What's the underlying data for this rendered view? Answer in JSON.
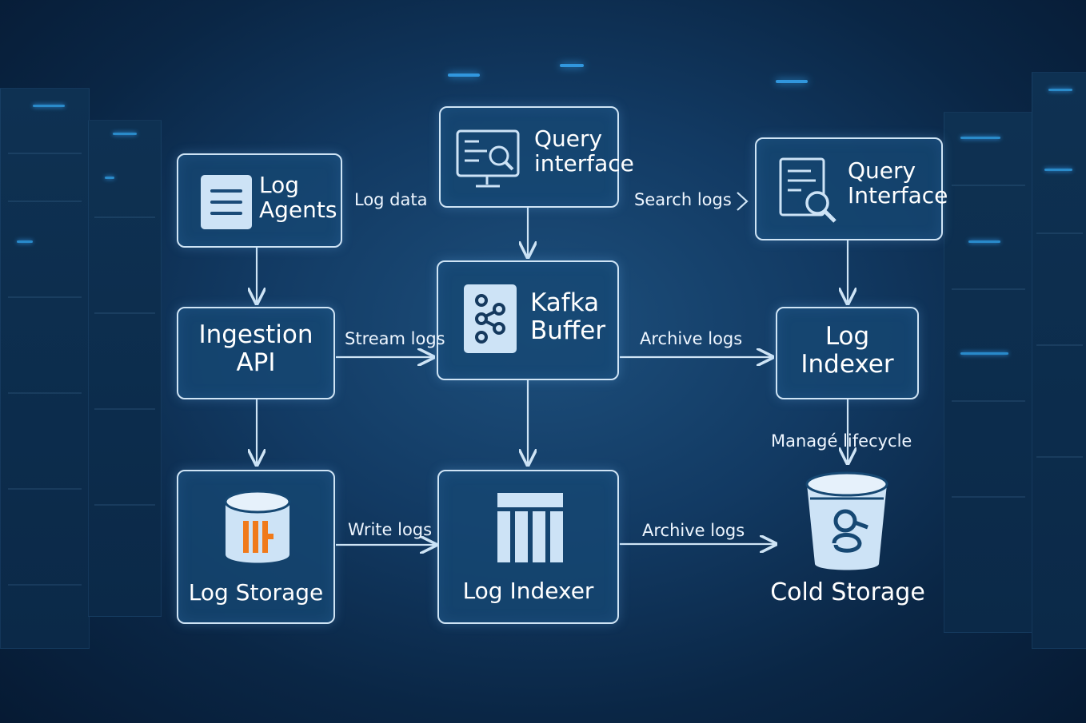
{
  "nodes": {
    "log_agents": {
      "line1": "Log",
      "line2": "Agents",
      "icon": "document-lines-icon"
    },
    "query_interface_center": {
      "line1": "Query",
      "line2": "interface",
      "icon": "monitor-search-icon"
    },
    "query_interface_right": {
      "line1": "Query",
      "line2": "Interface",
      "icon": "document-search-icon"
    },
    "ingestion_api": {
      "line1": "Ingestion",
      "line2": "API"
    },
    "kafka_buffer": {
      "line1": "Kafka",
      "line2": "Buffer",
      "icon": "kafka-icon"
    },
    "log_indexer_right": {
      "line1": "Log",
      "line2": "Indexer"
    },
    "log_storage": {
      "label": "Log Storage",
      "icon": "database-icon"
    },
    "log_indexer_bottom": {
      "label": "Log Indexer",
      "icon": "columns-icon"
    },
    "cold_storage": {
      "label": "Cold Storage",
      "icon": "bucket-icon"
    }
  },
  "edges": {
    "log_data": "Log data",
    "search_logs": "Search logs",
    "stream_logs": "Stream logs",
    "archive_logs_top": "Archive logs",
    "manage_lifecycle": "Managé lifecycle",
    "write_logs": "Write logs",
    "archive_logs_bottom": "Archive logs"
  },
  "colors": {
    "background": "#123a63",
    "node_fill": "#164873",
    "node_border": "#cfe4f5",
    "icon_tile": "#cde3f6",
    "storage_accent": "#f07a1a",
    "arrow": "#cfe4f5"
  }
}
